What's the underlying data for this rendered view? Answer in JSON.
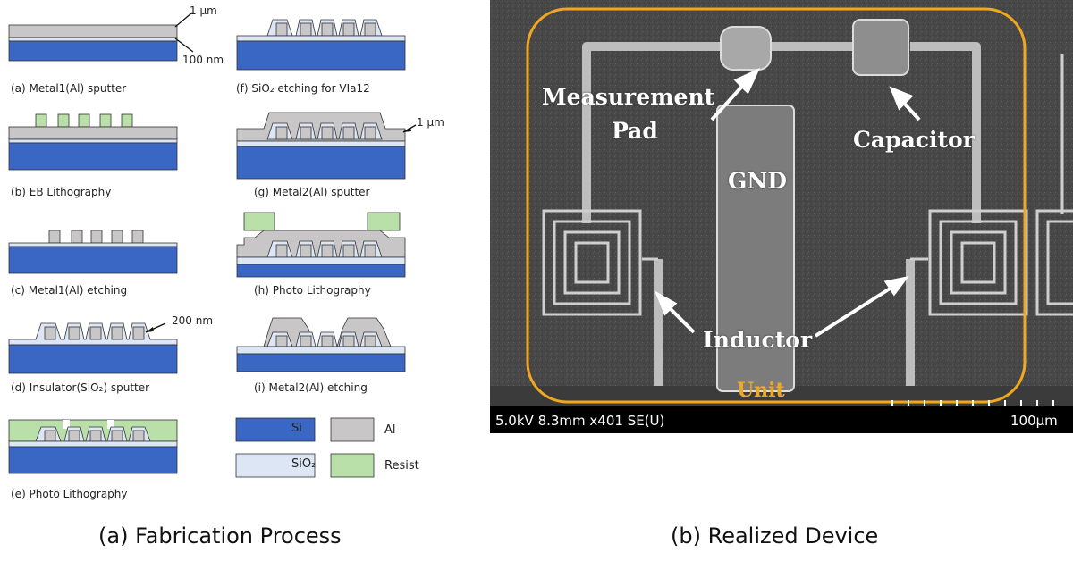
{
  "process": {
    "steps": [
      {
        "id": "a",
        "caption": "(a) Metal1(Al) sputter"
      },
      {
        "id": "b",
        "caption": "(b) EB Lithography"
      },
      {
        "id": "c",
        "caption": "(c) Metal1(Al) etching"
      },
      {
        "id": "d",
        "caption": "(d) Insulator(SiO₂) sputter"
      },
      {
        "id": "e",
        "caption": "(e) Photo Lithography"
      },
      {
        "id": "f",
        "caption": "(f) SiO₂ etching for VIa12"
      },
      {
        "id": "g",
        "caption": "(g) Metal2(Al) sputter"
      },
      {
        "id": "h",
        "caption": "(h) Photo Lithography"
      },
      {
        "id": "i",
        "caption": "(i) Metal2(Al) etching"
      }
    ],
    "annotations": {
      "a_top": "1 µm",
      "a_bottom": "100 nm",
      "d_thickness": "200 nm",
      "g_thickness": "1 µm"
    },
    "legend": [
      {
        "label": "Si",
        "color": "#3a66c4"
      },
      {
        "label": "Al",
        "color": "#c8c6c6"
      },
      {
        "label": "SiO₂",
        "color": "#dde6f5"
      },
      {
        "label": "Resist",
        "color": "#b9e0a8"
      }
    ],
    "title": "(a) Fabrication Process"
  },
  "device": {
    "title": "(b) Realized Device",
    "labels": {
      "measurement_line1": "Measurement",
      "measurement_line2": "Pad",
      "capacitor": "Capacitor",
      "gnd": "GND",
      "inductor": "Inductor",
      "unit": "Unit"
    },
    "sem_info": "5.0kV 8.3mm x401 SE(U)",
    "scale": "100µm",
    "colors": {
      "unit_outline": "#f0a820",
      "sem_background": "#4a4a4a"
    }
  }
}
